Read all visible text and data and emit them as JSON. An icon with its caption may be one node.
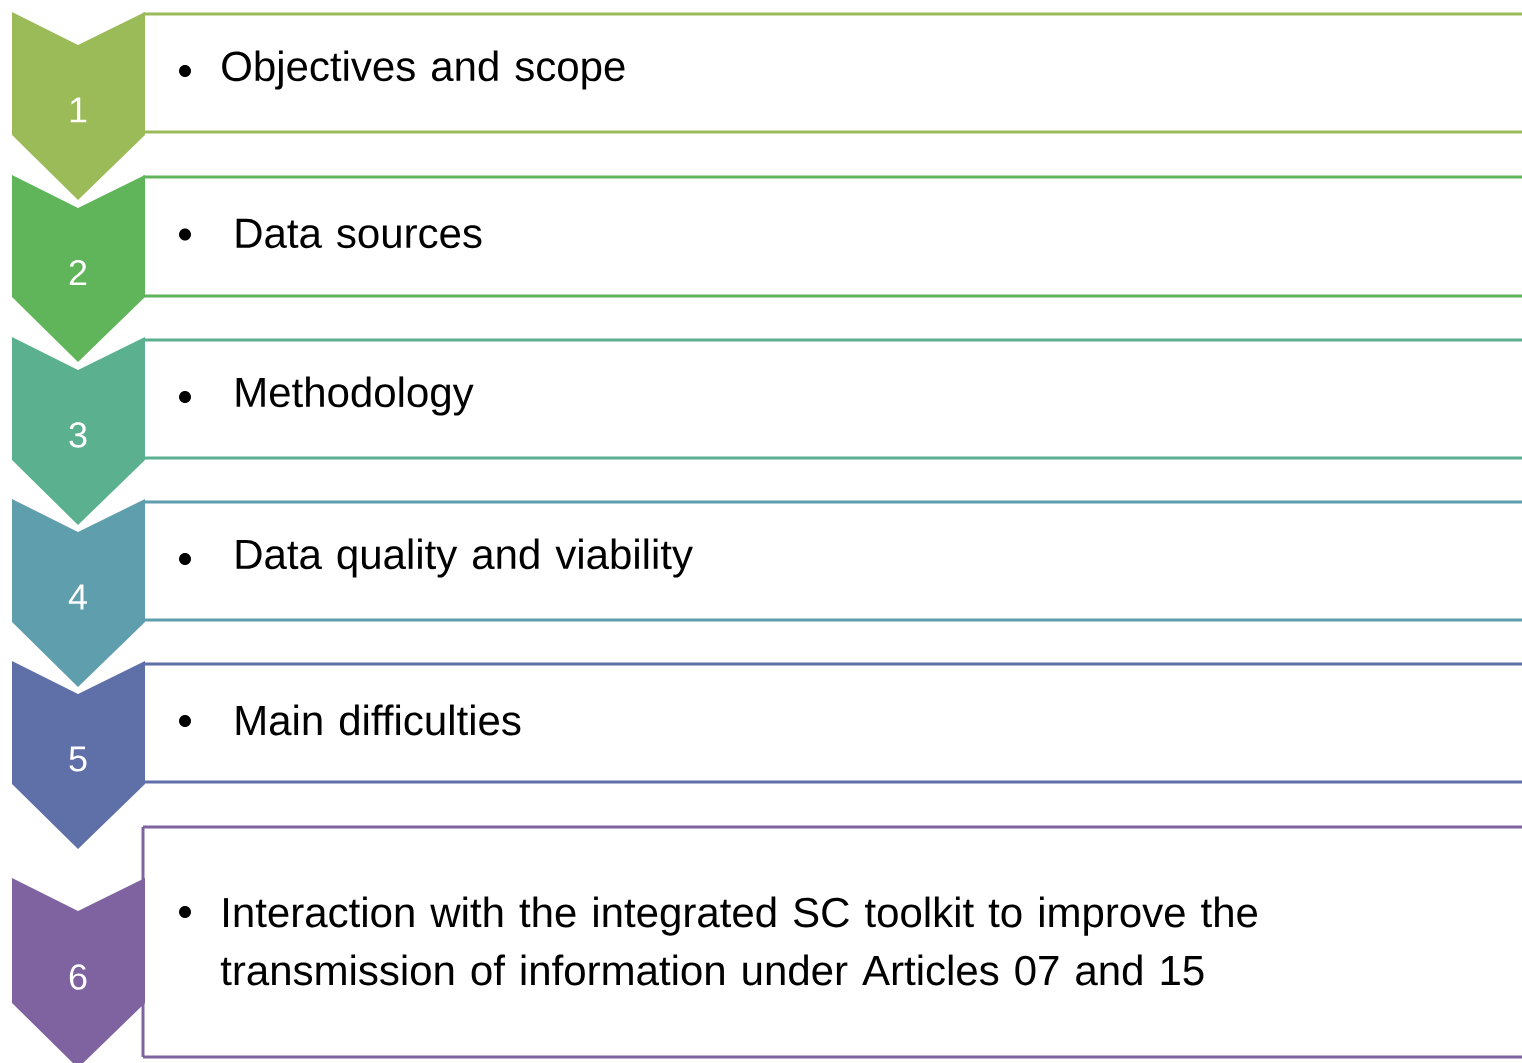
{
  "diagram": {
    "nodes": [
      {
        "text": [
          "1"
        ]
      },
      {
        "text": [
          "Objectives and scope"
        ]
      },
      {
        "text": [
          "2"
        ]
      },
      {
        "text": [
          "Data sources"
        ]
      },
      {
        "text": [
          "3"
        ]
      },
      {
        "text": [
          "Methodology"
        ]
      },
      {
        "text": [
          "4"
        ]
      },
      {
        "text": [
          "Data quality and viability"
        ]
      },
      {
        "text": [
          "5"
        ]
      },
      {
        "text": [
          "Main difficulties"
        ]
      },
      {
        "text": [
          "6"
        ]
      },
      {
        "text": [
          "Interaction with the integrated SC toolkit to improve the transmission of information under Articles 07 and 15"
        ]
      }
    ]
  }
}
